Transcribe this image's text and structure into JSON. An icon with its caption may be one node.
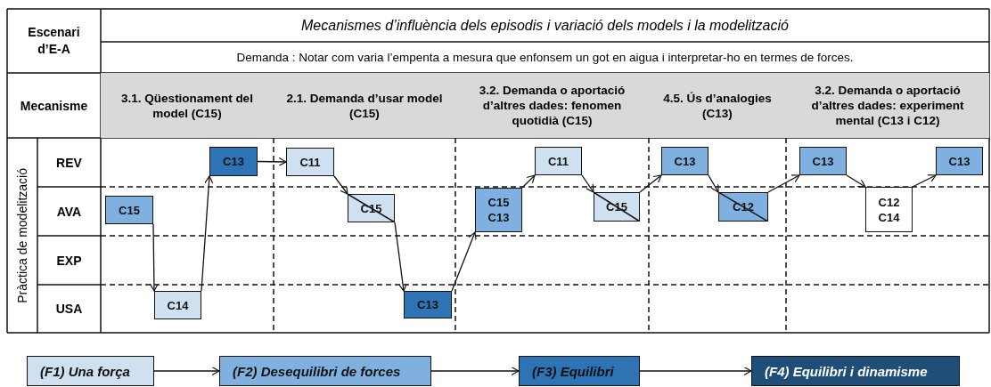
{
  "diagram": {
    "nodes": [
      {
        "text": [
          "C15"
        ]
      },
      {
        "text": [
          "C14"
        ]
      },
      {
        "text": [
          "C13"
        ]
      },
      {
        "text": [
          "C11"
        ]
      },
      {
        "text": [
          "C15"
        ]
      },
      {
        "text": [
          "C13"
        ]
      },
      {
        "text": [
          "C15",
          "C13"
        ]
      },
      {
        "text": [
          "C11"
        ]
      },
      {
        "text": [
          "C15"
        ]
      },
      {
        "text": [
          "C13"
        ]
      },
      {
        "text": [
          "C12"
        ]
      },
      {
        "text": [
          "C13"
        ]
      },
      {
        "text": [
          "C12",
          "C14"
        ]
      },
      {
        "text": [
          "C13"
        ]
      },
      {
        "text": [
          "(F1) Una força"
        ]
      },
      {
        "text": [
          "(F2) Desequilibri de forces"
        ]
      },
      {
        "text": [
          "(F3) Equilibri"
        ]
      },
      {
        "text": [
          "(F4) Equilibri i dinamisme"
        ]
      }
    ],
    "edges": [
      {
        "from": 0,
        "to": 1,
        "arrow": "to"
      },
      {
        "from": 1,
        "to": 2,
        "arrow": "to"
      },
      {
        "from": 2,
        "to": 3,
        "arrow": "to"
      },
      {
        "from": 3,
        "to": 4,
        "arrow": "to"
      },
      {
        "from": 4,
        "to": 5,
        "arrow": "to"
      },
      {
        "from": 5,
        "to": 6,
        "arrow": "to"
      },
      {
        "from": 6,
        "to": 7,
        "arrow": "to"
      },
      {
        "from": 7,
        "to": 8,
        "arrow": "to"
      },
      {
        "from": 8,
        "to": 9,
        "arrow": "to"
      },
      {
        "from": 9,
        "to": 10,
        "arrow": "to"
      },
      {
        "from": 10,
        "to": 11,
        "arrow": "to"
      },
      {
        "from": 11,
        "to": 12,
        "arrow": "to"
      },
      {
        "from": 12,
        "to": 13,
        "arrow": "to"
      },
      {
        "from": 14,
        "to": 15,
        "arrow": "to"
      },
      {
        "from": 15,
        "to": 16,
        "arrow": "to"
      },
      {
        "from": 16,
        "to": 17,
        "arrow": "to"
      }
    ],
    "labels": [
      "Escenari d’E-A",
      "Mecanismes d’influència dels episodis i variació dels models i la modelització",
      "Demanda : Notar com varia l’empenta a mesura que enfonsem un got en aigua i interpretar-ho en termes de forces.",
      "Mecanisme",
      "3.1. Qüestionament del model (C15)",
      "2.1. Demanda d’usar model (C15)",
      "3.2. Demanda o aportació d’altres dades: fenomen quotidià (C15)",
      "4.5. Ús d’analogies (C13)",
      "3.2. Demanda o aportació d’altres dades: experiment mental (C13 i C12)",
      "Pràctica de modelització",
      "REV",
      "AVA",
      "EXP",
      "USA"
    ]
  }
}
